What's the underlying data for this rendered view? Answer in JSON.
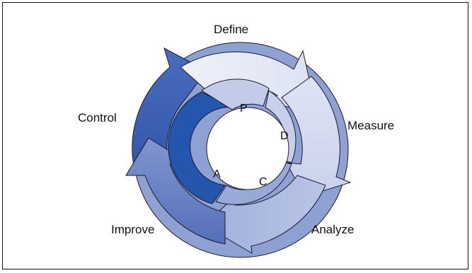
{
  "diagram": {
    "outer_stages": [
      {
        "key": "define",
        "label": "Define",
        "color": "#e3e7f4"
      },
      {
        "key": "measure",
        "label": "Measure",
        "color": "#d3daee"
      },
      {
        "key": "analyze",
        "label": "Analyze",
        "color": "#a9b7de"
      },
      {
        "key": "improve",
        "label": "Improve",
        "color": "#6f85c4"
      },
      {
        "key": "control",
        "label": "Control",
        "color": "#3c5fb0"
      }
    ],
    "inner_cycle": [
      {
        "key": "plan",
        "label": "P",
        "color": "#c2cbe7"
      },
      {
        "key": "do",
        "label": "D",
        "color": "#c7cfe9"
      },
      {
        "key": "check",
        "label": "C",
        "color": "#98a9d8"
      },
      {
        "key": "act",
        "label": "A",
        "color": "#2456ad"
      }
    ],
    "outline_color": "#1a1a2e"
  }
}
